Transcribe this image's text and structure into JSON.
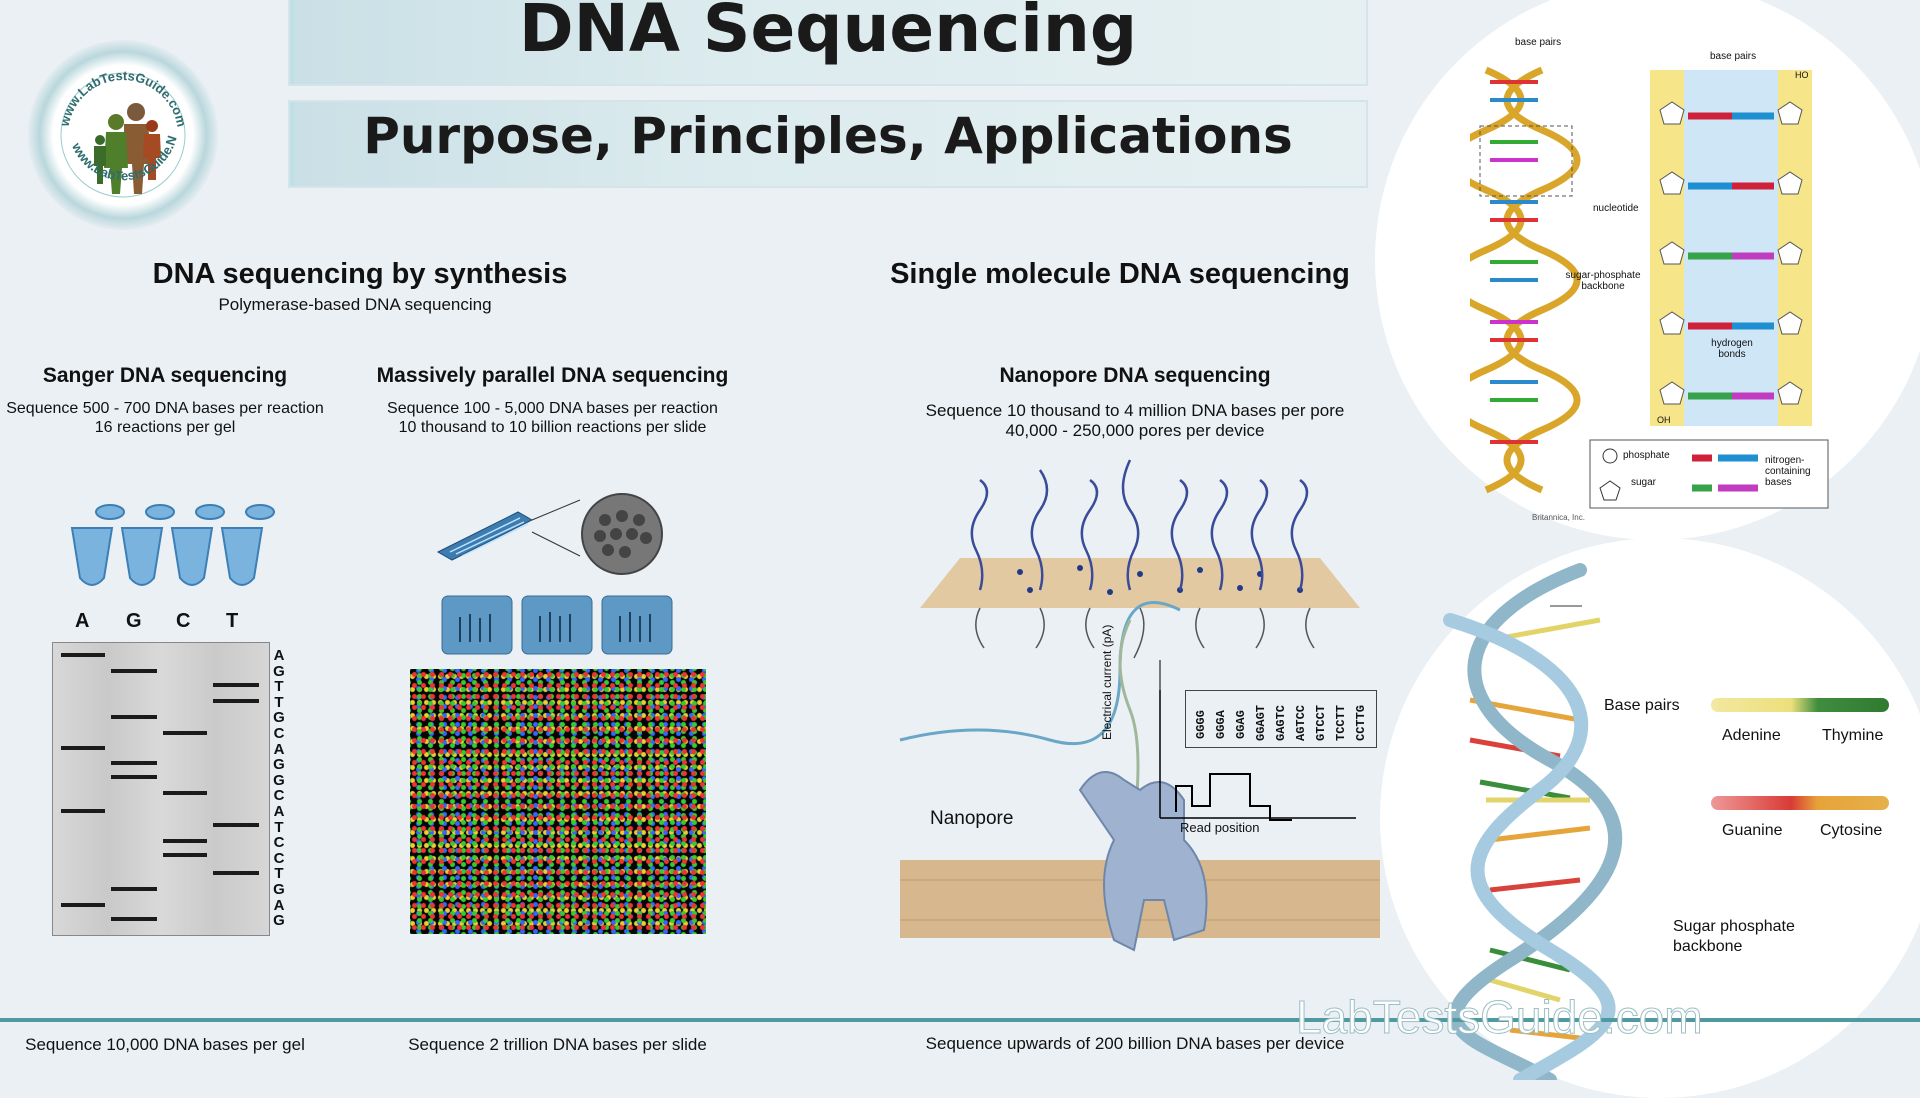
{
  "logo": {
    "text_top": "www.LabTestsGuide.com",
    "text_bottom": "www.LabTestsGuide.Net"
  },
  "header": {
    "title": "DNA Sequencing",
    "subtitle": "Purpose, Principles, Applications"
  },
  "synthesis": {
    "title": "DNA sequencing by synthesis",
    "subtitle": "Polymerase-based DNA sequencing",
    "sanger": {
      "title": "Sanger DNA sequencing",
      "line1": "Sequence 500 - 700 DNA bases per reaction",
      "line2": "16 reactions per gel",
      "lanes": [
        "A",
        "G",
        "C",
        "T"
      ],
      "read": [
        "A",
        "G",
        "T",
        "T",
        "G",
        "C",
        "A",
        "G",
        "G",
        "C",
        "A",
        "T",
        "C",
        "C",
        "T",
        "G",
        "A",
        "G"
      ],
      "footer": "Sequence 10,000 DNA bases per gel"
    },
    "parallel": {
      "title": "Massively parallel DNA sequencing",
      "line1": "Sequence 100 - 5,000 DNA bases per reaction",
      "line2": "10 thousand to 10 billion reactions per slide",
      "footer": "Sequence 2 trillion DNA bases per slide"
    }
  },
  "single": {
    "title": "Single molecule DNA sequencing",
    "nanopore": {
      "title": "Nanopore DNA sequencing",
      "line1": "Sequence 10 thousand to 4 million DNA bases per pore",
      "line2": "40,000 - 250,000 pores per device",
      "label": "Nanopore",
      "ylabel": "Electrical current (pA)",
      "xlabel": "Read position",
      "kmers": [
        "GGGG",
        "GGGA",
        "GGAG",
        "GGAGT",
        "GAGTC",
        "AGTCC",
        "GTCCT",
        "TCCTT",
        "CCTTG"
      ],
      "footer": "Sequence upwards of 200 billion DNA bases per device"
    }
  },
  "structure": {
    "base_pairs": "base pairs",
    "base_pairs_2": "base pairs",
    "ho": "HO",
    "oh": "OH",
    "nucleotide": "nucleotide",
    "backbone": "sugar-phosphate backbone",
    "hydrogen": "hydrogen bonds",
    "legend_phosphate": "phosphate",
    "legend_sugar": "sugar",
    "legend_bases": "nitrogen-containing bases",
    "credit": "Britannica, Inc."
  },
  "helix": {
    "base_pairs": "Base pairs",
    "adenine": "Adenine",
    "thymine": "Thymine",
    "guanine": "Guanine",
    "cytosine": "Cytosine",
    "backbone_1": "Sugar phosphate",
    "backbone_2": "backbone"
  },
  "watermark": "LabTestsGuide.com",
  "colors": {
    "accent": "#4f9aa0",
    "band": "#1b1b1b"
  }
}
